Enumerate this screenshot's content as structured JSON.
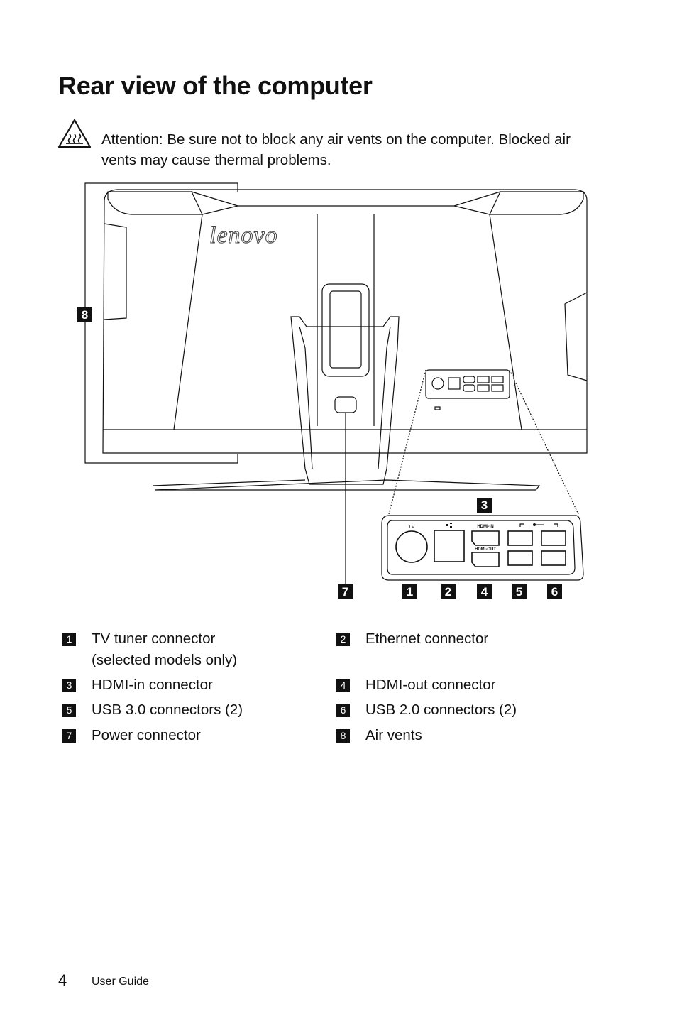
{
  "page": {
    "title": "Rear view of the computer",
    "attention_label": "Attention:",
    "attention_text": "Be sure not to block any air vents on the computer. Blocked air vents may cause thermal problems."
  },
  "diagram": {
    "logo_text": "lenovo",
    "port_labels": {
      "tv": "TV",
      "hdmi_in": "HDMI-IN",
      "hdmi_out": "HDMI-OUT"
    },
    "callouts": [
      "8",
      "3",
      "7",
      "1",
      "2",
      "4",
      "5",
      "6"
    ]
  },
  "legend": [
    {
      "num": "1",
      "text": "TV tuner connector (selected models only)"
    },
    {
      "num": "2",
      "text": "Ethernet connector"
    },
    {
      "num": "3",
      "text": "HDMI-in connector"
    },
    {
      "num": "4",
      "text": "HDMI-out connector"
    },
    {
      "num": "5",
      "text": "USB 3.0 connectors (2)"
    },
    {
      "num": "6",
      "text": "USB 2.0 connectors (2)"
    },
    {
      "num": "7",
      "text": "Power connector"
    },
    {
      "num": "8",
      "text": "Air vents"
    }
  ],
  "footer": {
    "page_number": "4",
    "label": "User Guide"
  }
}
